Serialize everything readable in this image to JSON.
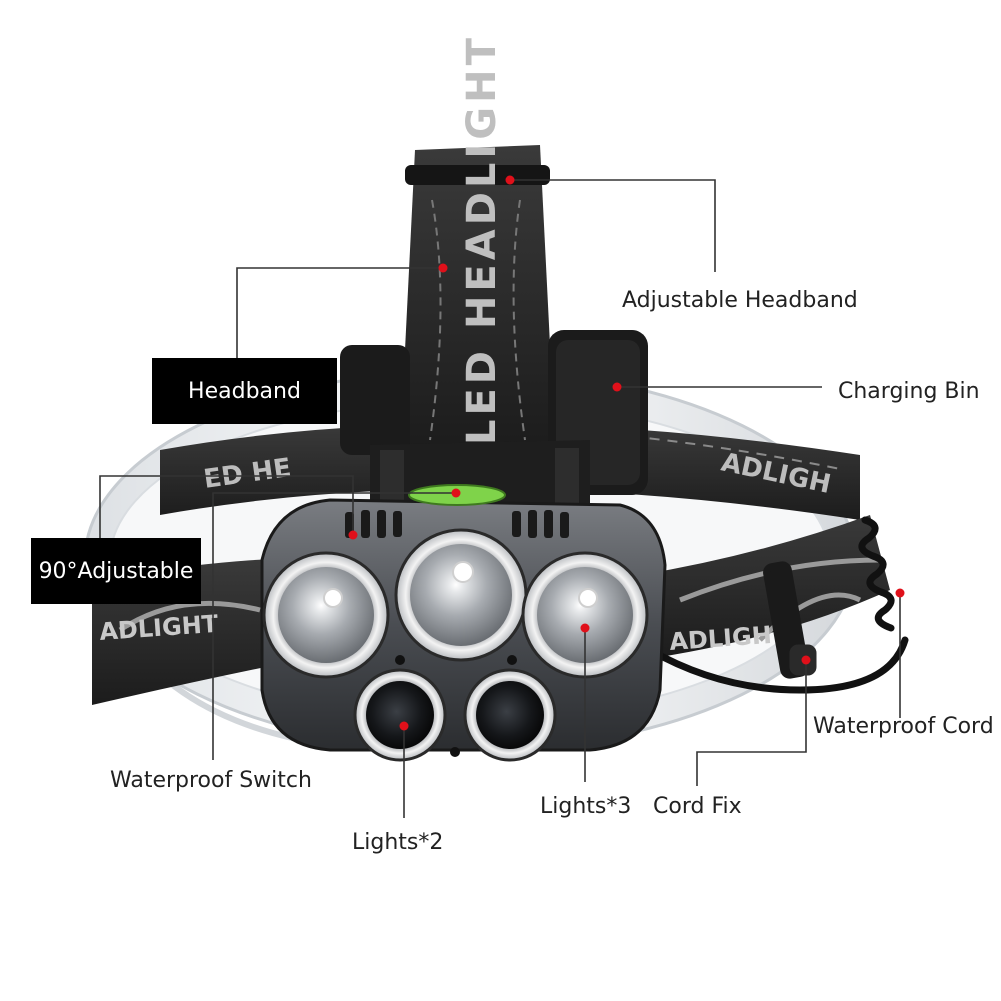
{
  "product": {
    "strap_print": "LED HEADLIGHT",
    "side_print_left": "ED HE",
    "side_print_right": "ADLIGH",
    "band_print_left": "ADLIGHT",
    "band_print_right": "ADLIGH"
  },
  "labels": {
    "adjustable_headband": "Adjustable Headband",
    "headband": "Headband",
    "charging_bin": "Charging Bin",
    "adjustable_90": "90°Adjustable",
    "waterproof_cord": "Waterproof Cord",
    "waterproof_switch": "Waterproof Switch",
    "lights_3": "Lights*3",
    "cord_fix": "Cord Fix",
    "lights_2": "Lights*2"
  },
  "colors": {
    "callout_dot": "#e0101a",
    "leader_line": "#333333",
    "label_box_bg": "#000000",
    "label_box_text": "#ffffff",
    "switch_green": "#7fd34a"
  }
}
